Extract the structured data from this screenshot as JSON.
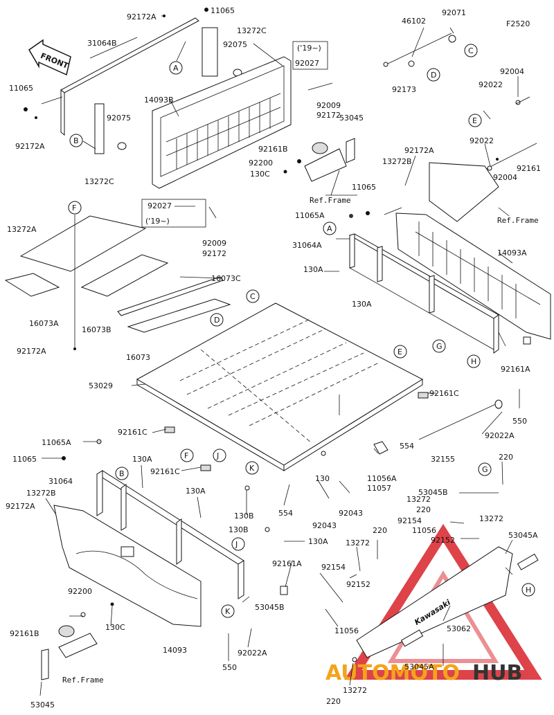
{
  "figure_code": "F2520",
  "front_label": "FRONT",
  "ref_frame": "Ref.Frame",
  "year_note": "('19~)",
  "watermark": {
    "part1": "AUTOMOTO",
    "part2": "HUB",
    "color_red": "#d8232a",
    "color_orange": "#f4a31a",
    "color_dark": "#333333"
  },
  "decal_text": "Kawasaki",
  "callouts": {
    "A": "A",
    "B": "B",
    "C": "C",
    "D": "D",
    "E": "E",
    "F": "F",
    "G": "G",
    "H": "H",
    "J": "J",
    "K": "K"
  },
  "parts": {
    "p92172A": "92172A",
    "p11065": "11065",
    "p13272C": "13272C",
    "p31064B": "31064B",
    "p92075": "92075",
    "p92027": "92027",
    "p14093B": "14093B",
    "p92009": "92009",
    "p92172": "92172",
    "p53045": "53045",
    "p92161B": "92161B",
    "p92200": "92200",
    "p130C": "130C",
    "p46102": "46102",
    "p92071": "92071",
    "p92173": "92173",
    "p92004": "92004",
    "p92022": "92022",
    "p92161": "92161",
    "p13272B": "13272B",
    "p13272A": "13272A",
    "p16073C": "16073C",
    "p16073A": "16073A",
    "p16073B": "16073B",
    "p16073": "16073",
    "p11065A": "11065A",
    "p31064A": "31064A",
    "p130A": "130A",
    "p14093A": "14093A",
    "p92161A": "92161A",
    "p53029": "53029",
    "p92161C": "92161C",
    "p92022A": "92022A",
    "p550": "550",
    "p554": "554",
    "p32155": "32155",
    "p11056A": "11056A",
    "p11057": "11057",
    "p130": "130",
    "p130B": "130B",
    "p92043": "92043",
    "p31064": "31064",
    "p220": "220",
    "p53045B": "53045B",
    "p13272": "13272",
    "p92154": "92154",
    "p11056": "11056",
    "p92152": "92152",
    "p53045A": "53045A",
    "p14093": "14093",
    "p53062": "53062"
  }
}
